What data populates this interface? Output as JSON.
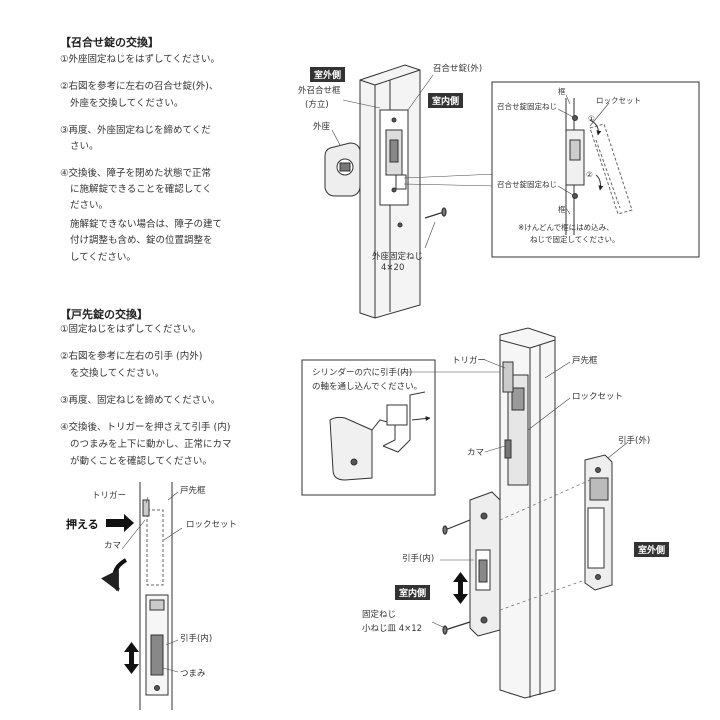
{
  "sec1": {
    "heading": "【召合せ錠の交換】",
    "steps": [
      "①外座固定ねじをはずしてください。",
      "②右図を参考に左右の召合せ錠(外)、",
      "外座を交換してください。",
      "③再度、外座固定ねじを締めてくだ",
      "さい。",
      "④交換後、障子を閉めた状態で正常",
      "に施解錠できることを確認してく",
      "ださい。",
      "施解錠できない場合は、障子の建て",
      "付け調整も含め、錠の位置調整を",
      "してください。"
    ],
    "fig": {
      "outdoor": "室外側",
      "indoor": "室内側",
      "frame_label_1": "外召合せ框",
      "frame_label_2": "(方立)",
      "base": "外座",
      "lock_outer": "召合せ錠(外)",
      "screw": "外座固定ねじ",
      "screw_size": "4×20",
      "inset_frame_top": "框",
      "inset_screw_top": "召合せ錠固定ねじ",
      "lock_set": "ロックセット",
      "inset_screw_bottom": "召合せ錠固定ねじ",
      "inset_frame_bottom": "框",
      "num1": "①",
      "num2": "②",
      "note_1": "※けんどんで框にはめ込み、",
      "note_2": "ねじで固定してください。"
    }
  },
  "sec2": {
    "heading": "【戸先錠の交換】",
    "steps": [
      "①固定ねじをはずしてください。",
      "②右図を参考に左右の引手 (内外)",
      "を交換してください。",
      "③再度、固定ねじを締めてください。",
      "④交換後、トリガーを押さえて引手 (内)",
      "のつまみを上下に動かし、正常にカマ",
      "が動くことを確認してください。"
    ],
    "small": {
      "trigger": "トリガー",
      "door_frame": "戸先框",
      "push": "押える",
      "kama": "カマ",
      "lock_set": "ロックセット",
      "handle_in": "引手(内)",
      "knob": "つまみ"
    },
    "big": {
      "callout_1": "シリンダーの穴に引手(内)",
      "callout_2": "の軸を通し込んでください。",
      "trigger": "トリガー",
      "door_frame": "戸先框",
      "lock_set": "ロックセット",
      "kama": "カマ",
      "handle_out": "引手(外)",
      "outdoor": "室外側",
      "handle_in": "引手(内)",
      "indoor": "室内側",
      "screw": "固定ねじ",
      "screw_size": "小ねじ皿 4×12"
    }
  }
}
